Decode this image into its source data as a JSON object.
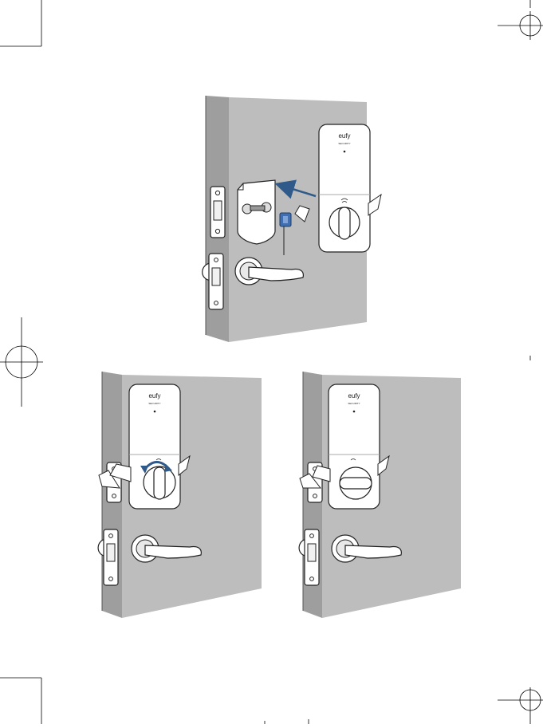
{
  "brand": {
    "logo_text": "eufy",
    "sub_text": "SECURITY"
  },
  "colors": {
    "background": "#ffffff",
    "door_face": "#bdbdbd",
    "door_edge": "#9e9e9e",
    "outline": "#1f1f1f",
    "lock_body": "#ffffff",
    "arrow": "#2f5a8a",
    "adapter": "#3f6fb0"
  },
  "icons": [
    "crop-mark-icon",
    "registration-mark-icon",
    "install-arrow-icon",
    "rotate-arrow-icon",
    "fingerprint-icon"
  ],
  "steps": [
    {
      "name": "step-attach-lock",
      "thumbturn": "vertical",
      "rotate_arrow": false,
      "install_arrow": true
    },
    {
      "name": "step-rotate-thumbturn",
      "thumbturn": "vertical",
      "rotate_arrow": true,
      "install_arrow": false
    },
    {
      "name": "step-locked-position",
      "thumbturn": "horizontal",
      "rotate_arrow": false,
      "install_arrow": false
    }
  ]
}
